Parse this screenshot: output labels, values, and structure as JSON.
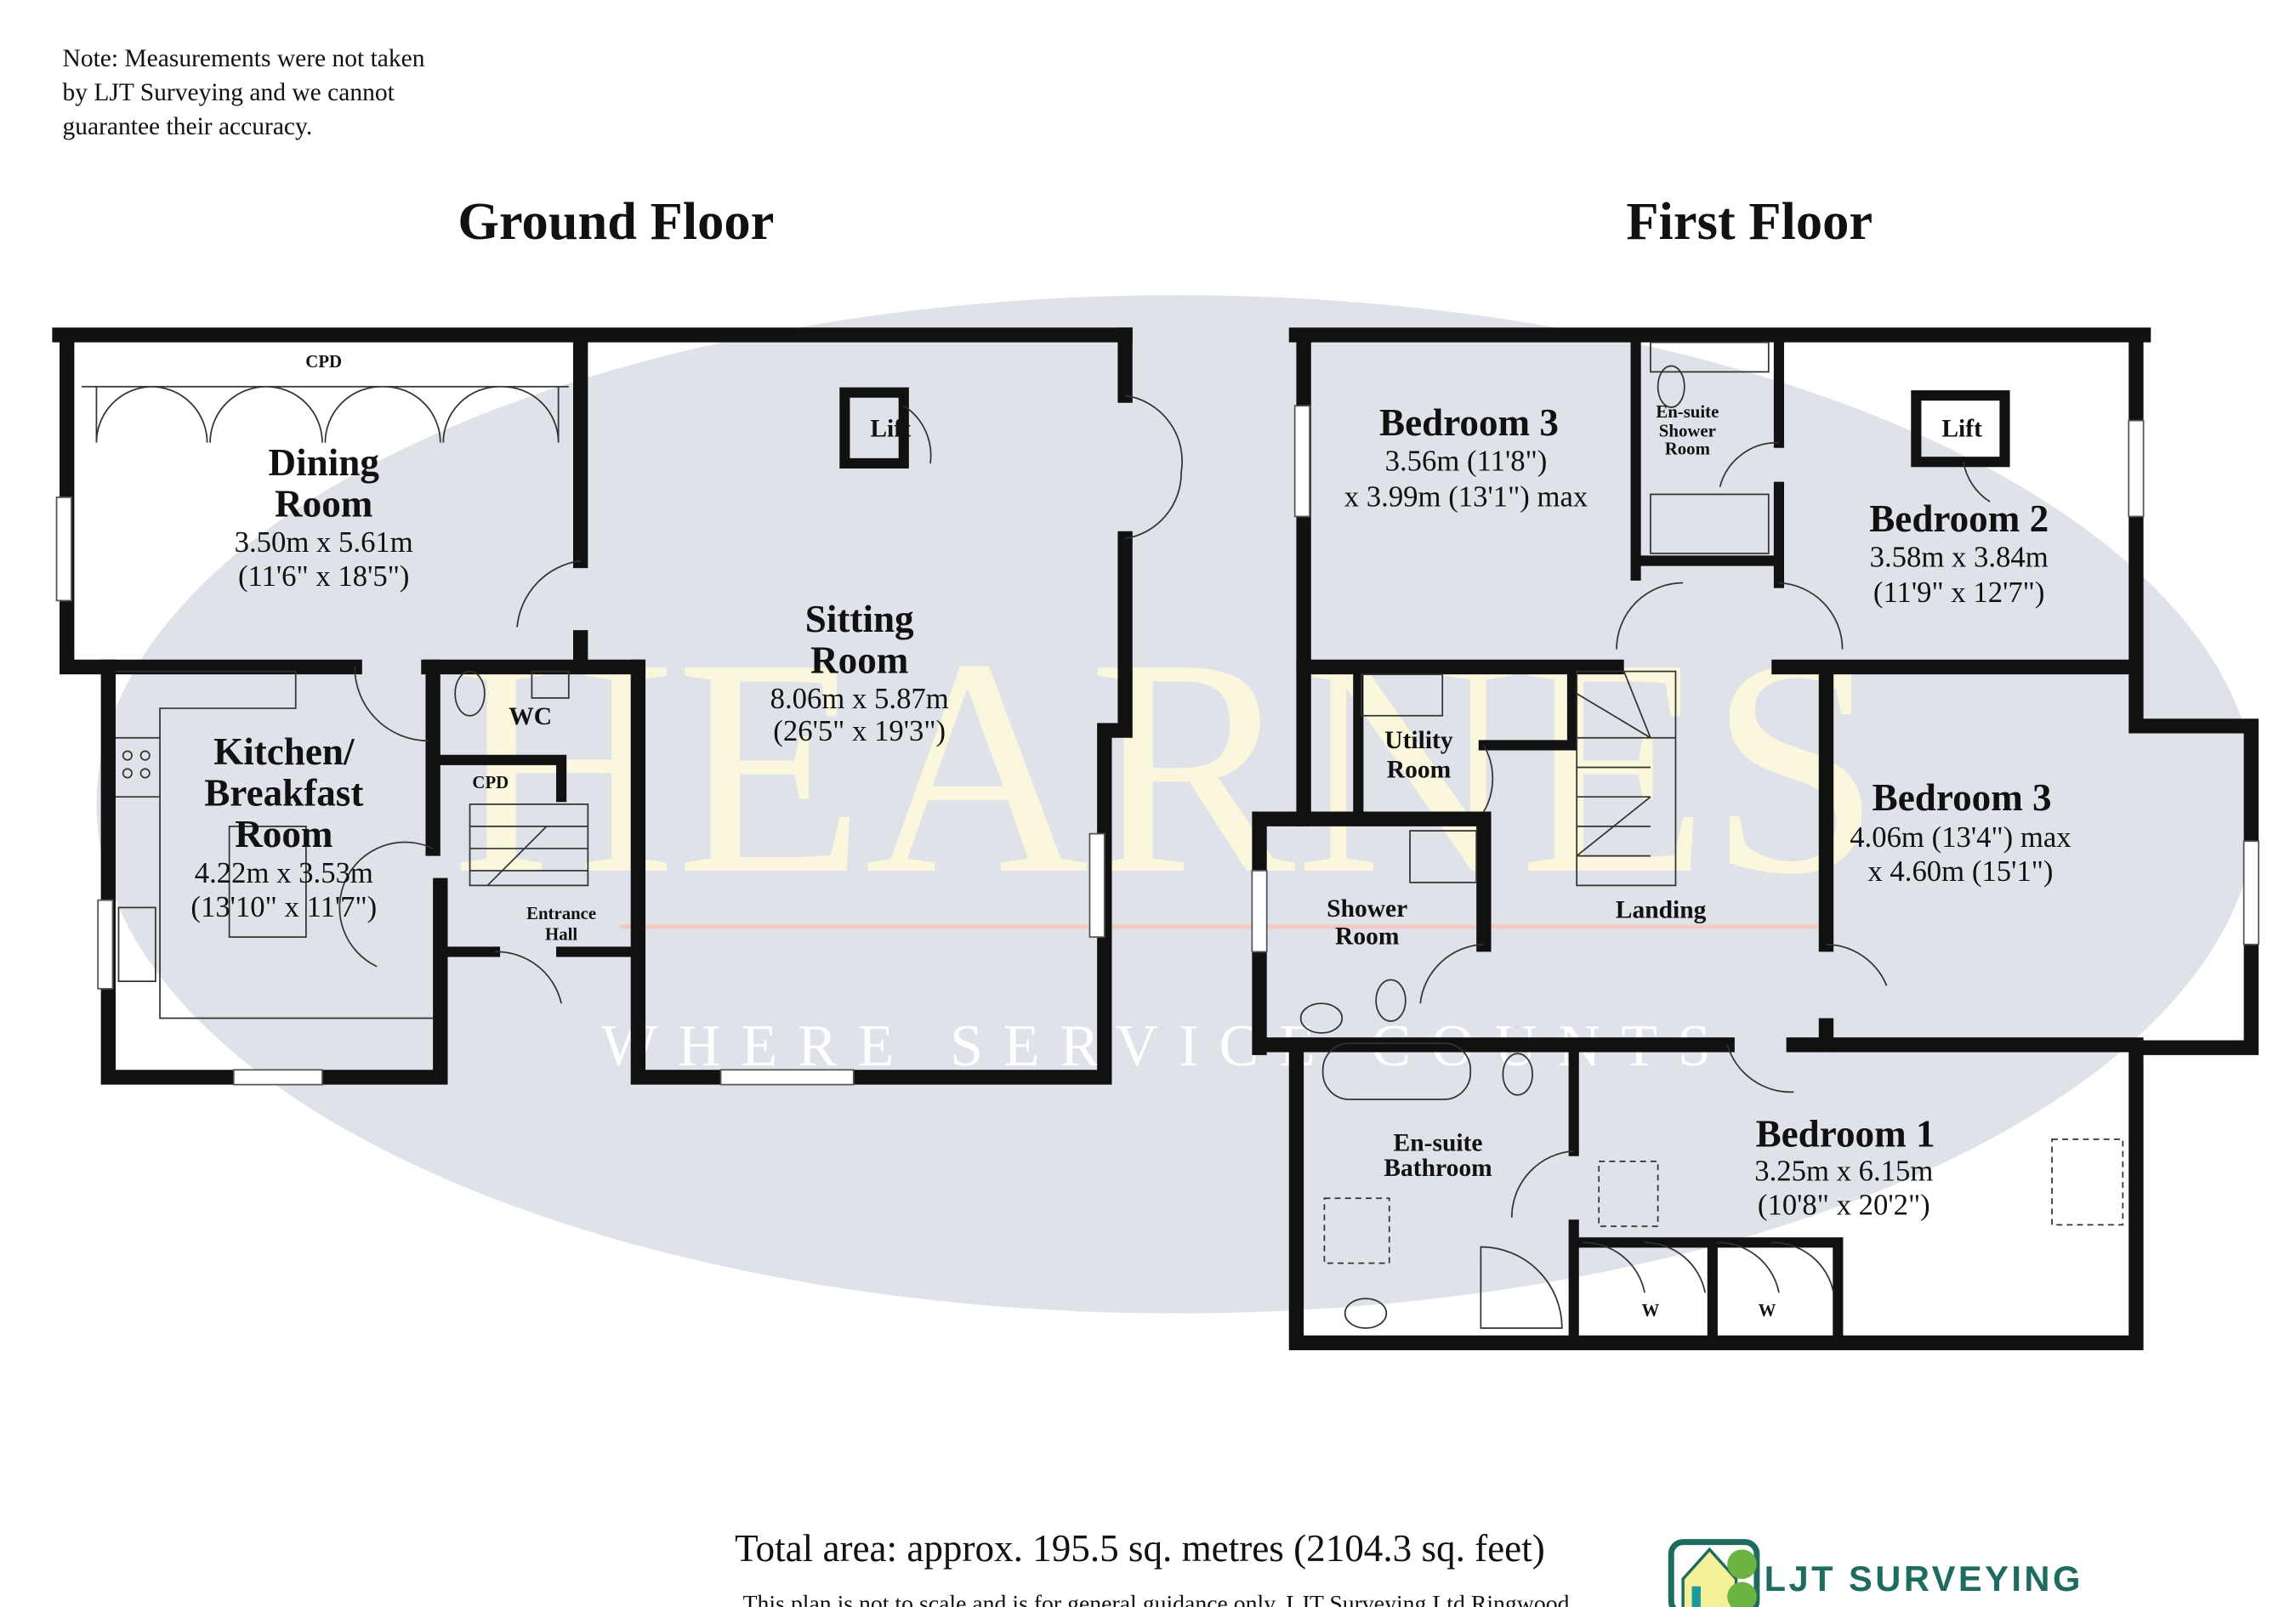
{
  "note": [
    "Note: Measurements were not taken",
    "by LJT Surveying and we cannot",
    "guarantee their accuracy."
  ],
  "watermark": {
    "brand": "HEARNES",
    "tagline": "WHERE SERVICE COUNTS"
  },
  "ground": {
    "title": "Ground Floor",
    "cpd_dining": "CPD",
    "dining": {
      "name": [
        "Dining",
        "Room"
      ],
      "dims": [
        "3.50m x 5.61m",
        "(11'6\" x 18'5\")"
      ]
    },
    "lift": "Lift",
    "sitting": {
      "name": [
        "Sitting",
        "Room"
      ],
      "dims": [
        "8.06m x 5.87m",
        "(26'5\" x 19'3\")"
      ]
    },
    "wc": "WC",
    "cpd_hall": "CPD",
    "kitchen": {
      "name": [
        "Kitchen/",
        "Breakfast",
        "Room"
      ],
      "dims": [
        "4.22m x 3.53m",
        "(13'10\" x 11'7\")"
      ]
    },
    "hall": {
      "name": [
        "Entrance",
        "Hall"
      ]
    }
  },
  "first": {
    "title": "First Floor",
    "bedroom3a": {
      "name": "Bedroom 3",
      "dims": [
        "3.56m (11'8\")",
        "x 3.99m (13'1\") max"
      ]
    },
    "ensuite_shower": {
      "name": [
        "En-suite",
        "Shower",
        "Room"
      ]
    },
    "lift": "Lift",
    "bedroom2": {
      "name": "Bedroom 2",
      "dims": [
        "3.58m x 3.84m",
        "(11'9\" x 12'7\")"
      ]
    },
    "utility": {
      "name": [
        "Utility",
        "Room"
      ]
    },
    "bedroom3b": {
      "name": "Bedroom 3",
      "dims": [
        "4.06m (13'4\") max",
        "x 4.60m (15'1\")"
      ]
    },
    "shower": {
      "name": [
        "Shower",
        "Room"
      ]
    },
    "landing": "Landing",
    "ensuite_bath": {
      "name": [
        "En-suite",
        "Bathroom"
      ]
    },
    "bedroom1": {
      "name": "Bedroom 1",
      "dims": [
        "3.25m x 6.15m",
        "(10'8\" x 20'2\")"
      ]
    },
    "wardrobes": [
      "W",
      "W"
    ]
  },
  "footer": {
    "total_area": "Total area: approx. 195.5 sq. metres (2104.3 sq. feet)",
    "disclaimer": "This plan is not to scale and is for general guidance only. LJT Surveying Ltd Ringwood",
    "logo_text": "LJT SURVEYING"
  },
  "colors": {
    "wall": "#111111",
    "watermark_ellipse": "#dfe2e8",
    "watermark_text": "#fbf7dc",
    "logo": "#1e6b5f"
  }
}
